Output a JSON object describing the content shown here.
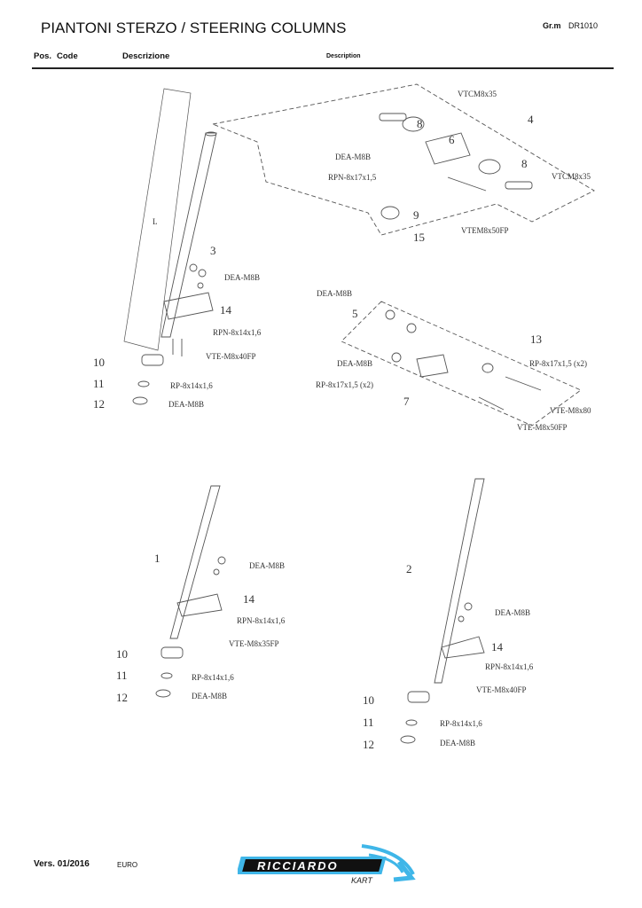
{
  "header": {
    "title": "PIANTONI STERZO / STEERING COLUMNS",
    "group_label": "Gr.m",
    "group_code": "DR1010",
    "columns": {
      "pos": "Pos.",
      "code": "Code",
      "descrizione": "Descrizione",
      "description": "Description"
    }
  },
  "diagram": {
    "top_group": [
      "VTCM8x35",
      "8",
      "4",
      "6",
      "DEA-M8B",
      "8",
      "RPN-8x17x1,5",
      "VTCM8x35",
      "9",
      "VTEM8x50FP",
      "15"
    ],
    "column3": [
      "L",
      "3",
      "DEA-M8B",
      "14",
      "RPN-8x14x1,6",
      "VTE-M8x40FP",
      "10",
      "11",
      "RP-8x14x1,6",
      "12",
      "DEA-M8B"
    ],
    "mid_group": [
      "DEA-M8B",
      "5",
      "13",
      "DEA-M8B",
      "RP-8x17x1,5 (x2)",
      "RP-8x17x1,5 (x2)",
      "7",
      "VTE-M8x80",
      "VTE-M8x50FP"
    ],
    "column1": [
      "1",
      "DEA-M8B",
      "14",
      "RPN-8x14x1,6",
      "VTE-M8x35FP",
      "10",
      "RP-8x14x1,6",
      "11",
      "12",
      "DEA-M8B"
    ],
    "column2": [
      "2",
      "DEA-M8B",
      "14",
      "RPN-8x14x1,6",
      "VTE-M8x40FP",
      "10",
      "RP-8x14x1,6",
      "11",
      "12",
      "DEA-M8B"
    ]
  },
  "footer": {
    "version": "Vers. 01/2016",
    "market": "EURO",
    "logo_text": "RICCIARDO",
    "logo_sub": "KART"
  },
  "colors": {
    "logo_blue": "#3fb6e8",
    "ink": "#333333"
  }
}
